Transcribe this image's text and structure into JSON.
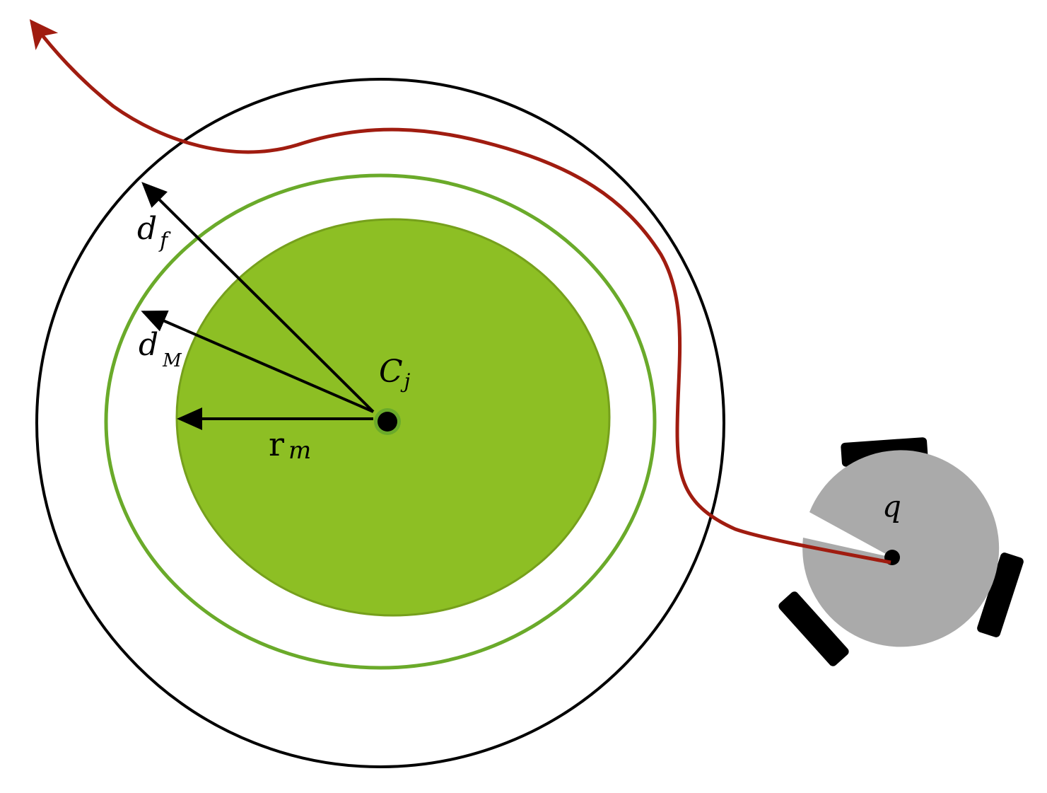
{
  "labels": {
    "d_f": {
      "base": "d",
      "sub": "f"
    },
    "d_M": {
      "base": "d",
      "sub": "M"
    },
    "r_m": {
      "base": "r",
      "sub": "m"
    },
    "C_j": {
      "base": "C",
      "sub": "j"
    },
    "q": {
      "base": "q"
    }
  },
  "colors": {
    "obstacle_fill": "#8dbf24",
    "obstacle_edge": "#76a01c",
    "margin_ring": "#6aaa2a",
    "outer_ring": "#000000",
    "trajectory": "#a01c10",
    "robot_body": "#aaaaaa",
    "wheel": "#000000",
    "arrow": "#000000"
  }
}
